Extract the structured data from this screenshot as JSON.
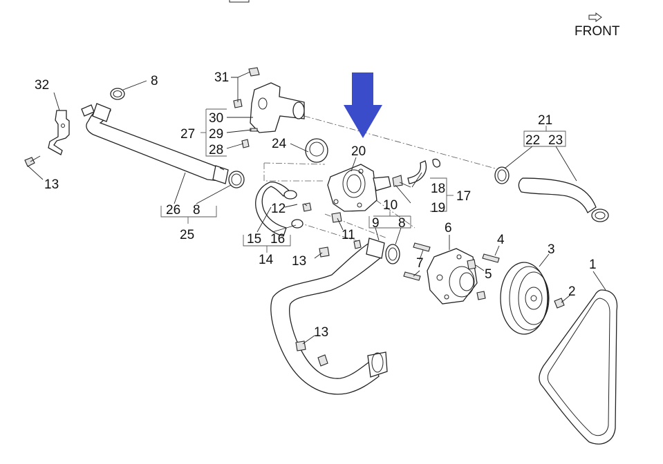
{
  "orientation": {
    "front_label": "FRONT"
  },
  "highlight": {
    "arrow_color": "#3b4cca",
    "target_part": "20"
  },
  "callouts": {
    "c1": "1",
    "c2": "2",
    "c3": "3",
    "c4": "4",
    "c5": "5",
    "c6": "6",
    "c7": "7",
    "c8a": "8",
    "c8b": "8",
    "c8c": "8",
    "c9": "9",
    "c10": "10",
    "c11": "11",
    "c12": "12",
    "c13a": "13",
    "c13b": "13",
    "c13c": "13",
    "c14": "14",
    "c15": "15",
    "c16": "16",
    "c17": "17",
    "c18": "18",
    "c19": "19",
    "c20": "20",
    "c21": "21",
    "c22": "22",
    "c23": "23",
    "c24": "24",
    "c25": "25",
    "c26": "26",
    "c27": "27",
    "c28": "28",
    "c29": "29",
    "c30": "30",
    "c31": "31",
    "c32": "32"
  }
}
